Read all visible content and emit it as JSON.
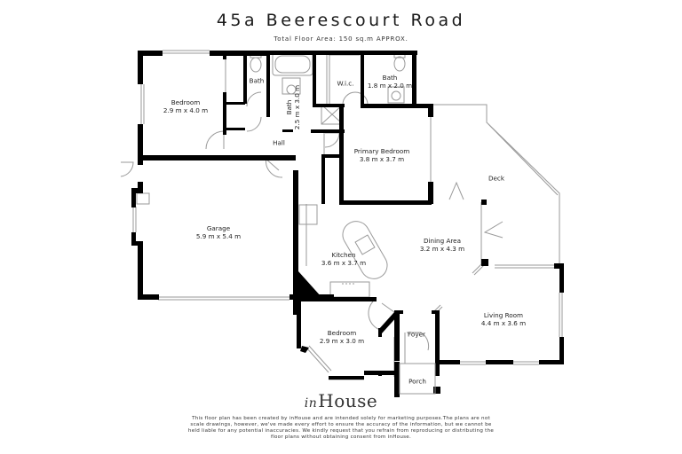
{
  "header": {
    "title": "45a Beerescourt Road",
    "subtitle": "Total Floor Area: 150 sq.m APPROX."
  },
  "rooms": {
    "bedroom1": {
      "name": "Bedroom",
      "size": "2.9 m x 4.0 m"
    },
    "bath_small": {
      "name": "Bath"
    },
    "bath_main": {
      "name": "Bath",
      "size": "2.5 m x 3.0 m"
    },
    "wic": {
      "name": "W.i.c."
    },
    "ensuite": {
      "name": "Bath",
      "size": "1.8 m x 2.0 m"
    },
    "hall": {
      "name": "Hall"
    },
    "primary_bedroom": {
      "name": "Primary Bedroom",
      "size": "3.8 m x 3.7 m"
    },
    "deck": {
      "name": "Deck"
    },
    "garage": {
      "name": "Garage",
      "size": "5.9 m x 5.4 m"
    },
    "kitchen": {
      "name": "Kitchen",
      "size": "3.6 m x 3.7 m"
    },
    "dining": {
      "name": "Dining Area",
      "size": "3.2 m x 4.3 m"
    },
    "living": {
      "name": "Living Room",
      "size": "4.4 m x 3.6 m"
    },
    "bedroom2": {
      "name": "Bedroom",
      "size": "2.9 m x 3.0 m"
    },
    "foyer": {
      "name": "Foyer"
    },
    "porch": {
      "name": "Porch"
    }
  },
  "branding": {
    "logo_script": "in",
    "logo_text": "House"
  },
  "disclaimer": "This floor plan has been created by inHouse and are intended solely for marketing purposes.The plans are not scale drawings, however, we've made every effort to ensure the accuracy of the information, but we cannot be held liable for any potential inaccuracies. We kindly request that you refrain from reproducing or distributing the floor plans without obtaining consent from inHouse.",
  "colors": {
    "wall": "#000000",
    "window": "#9a9a9a",
    "background": "#ffffff"
  }
}
